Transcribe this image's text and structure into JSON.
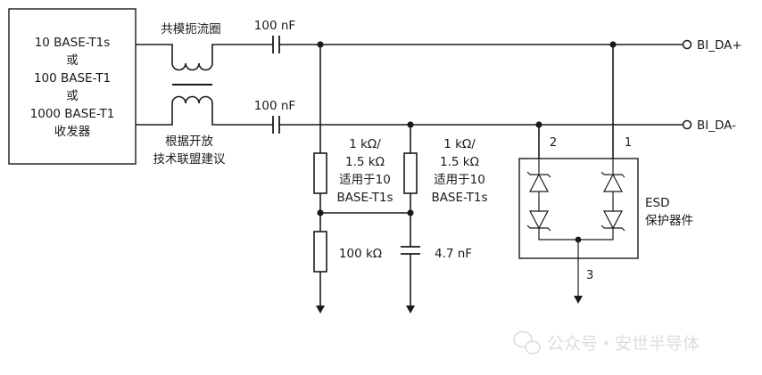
{
  "transceiver": {
    "line1": "10 BASE-T1s",
    "line2": "或",
    "line3": "100 BASE-T1",
    "line4": "或",
    "line5": "1000 BASE-T1",
    "line6": "收发器"
  },
  "choke_label": "共模扼流圈",
  "cap_top_label": "100 nF",
  "cap_bottom_label": "100 nF",
  "alliance_note": {
    "line1": "根据开放",
    "line2": "技术联盟建议"
  },
  "resistor_left": {
    "line1": "1 kΩ/",
    "line2": "1.5 kΩ",
    "line3": "适用于10",
    "line4": "BASE-T1s"
  },
  "resistor_right": {
    "line1": "1 kΩ/",
    "line2": "1.5 kΩ",
    "line3": "适用于10",
    "line4": "BASE-T1s"
  },
  "resistor_bias_label": "100 kΩ",
  "cap_bias_label": "4.7 nF",
  "esd": {
    "line1": "ESD",
    "line2": "保护器件",
    "pin1": "1",
    "pin2": "2",
    "pin3": "3"
  },
  "port_plus": "BI_DA+",
  "port_minus": "BI_DA-",
  "watermark": "公众号・安世半导体"
}
